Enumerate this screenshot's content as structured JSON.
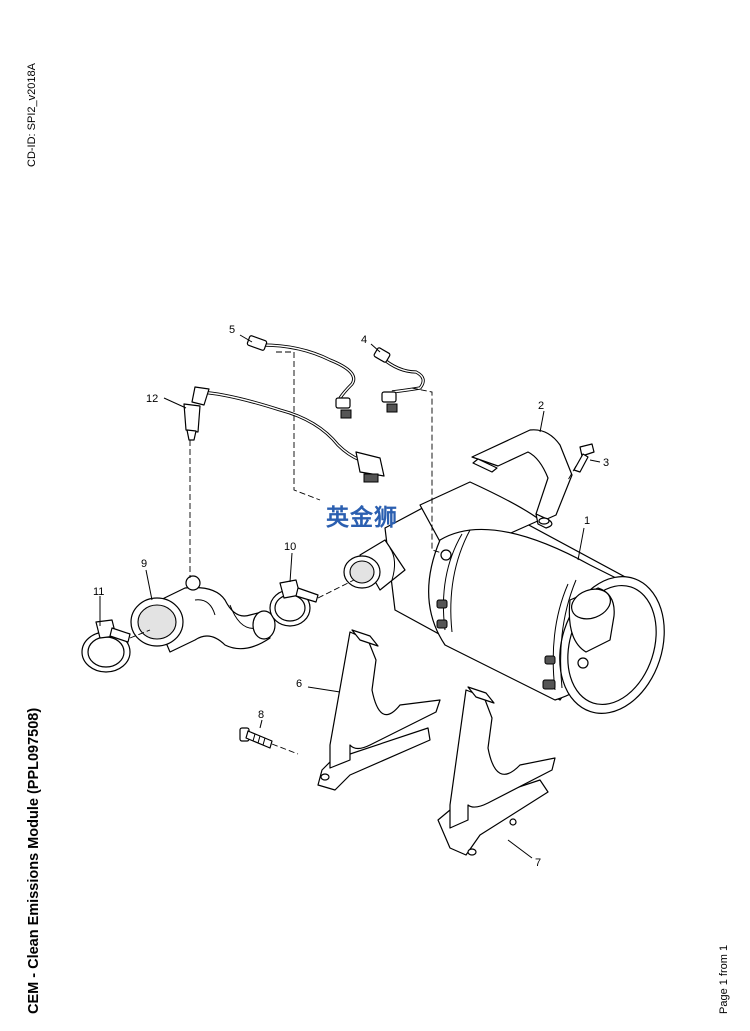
{
  "header": {
    "cd_id": "CD-ID: SPI2_v2018A"
  },
  "footer": {
    "title": "CEM - Clean Emissions Module (PPL097508)",
    "page_info": "Page 1 from 1"
  },
  "watermark": "英金狮",
  "callouts": [
    "1",
    "2",
    "3",
    "4",
    "5",
    "6",
    "7",
    "8",
    "9",
    "10",
    "11",
    "12"
  ]
}
